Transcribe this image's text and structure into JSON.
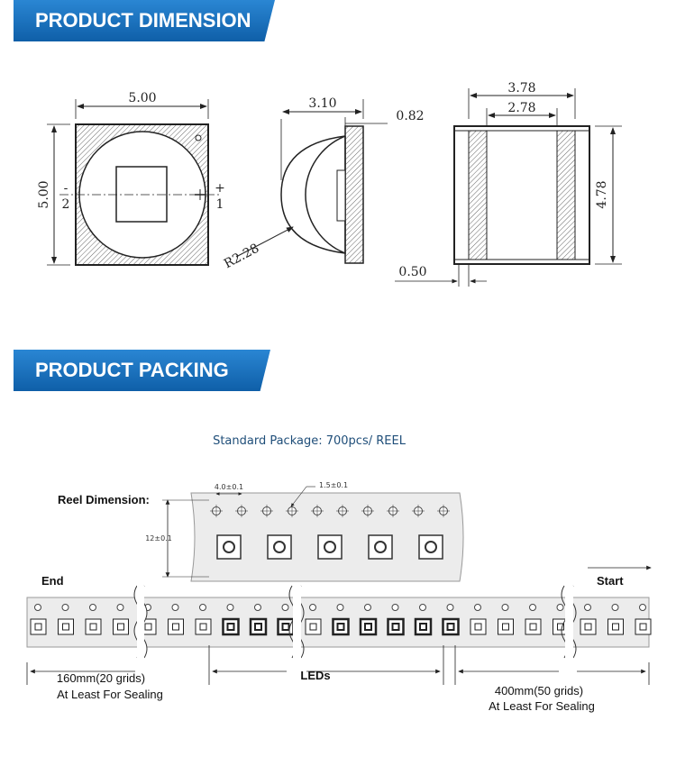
{
  "sections": {
    "dimension_title": "PRODUCT DIMENSION",
    "packing_title": "PRODUCT PACKING"
  },
  "dimension": {
    "top_width": "5.00",
    "top_height": "5.00",
    "pin_minus": "-",
    "pin_2": "2",
    "pin_plus": "+",
    "pin_1": "1",
    "side_width": "3.10",
    "side_thickness": "0.82",
    "lens_radius": "R2.28",
    "end_outer": "3.78",
    "end_inner": "2.78",
    "end_height": "4.78",
    "end_gap": "0.50"
  },
  "packing": {
    "standard_package": "Standard Package: 700pcs/ REEL",
    "reel_dimension_label": "Reel Dimension:",
    "pitch": "4.0±0.1",
    "hole": "1.5±0.1",
    "tape_width": "12±0.1",
    "end_label": "End",
    "start_label": "Start",
    "leds_label": "LEDs",
    "left_length": "160mm(20 grids)",
    "left_note": "At Least For Sealing",
    "right_length": "400mm(50 grids)",
    "right_note": "At Least For Sealing"
  },
  "colors": {
    "banner_top": "#2a86d3",
    "banner_bottom": "#0f5fa8",
    "package_text": "#1f4e79"
  }
}
